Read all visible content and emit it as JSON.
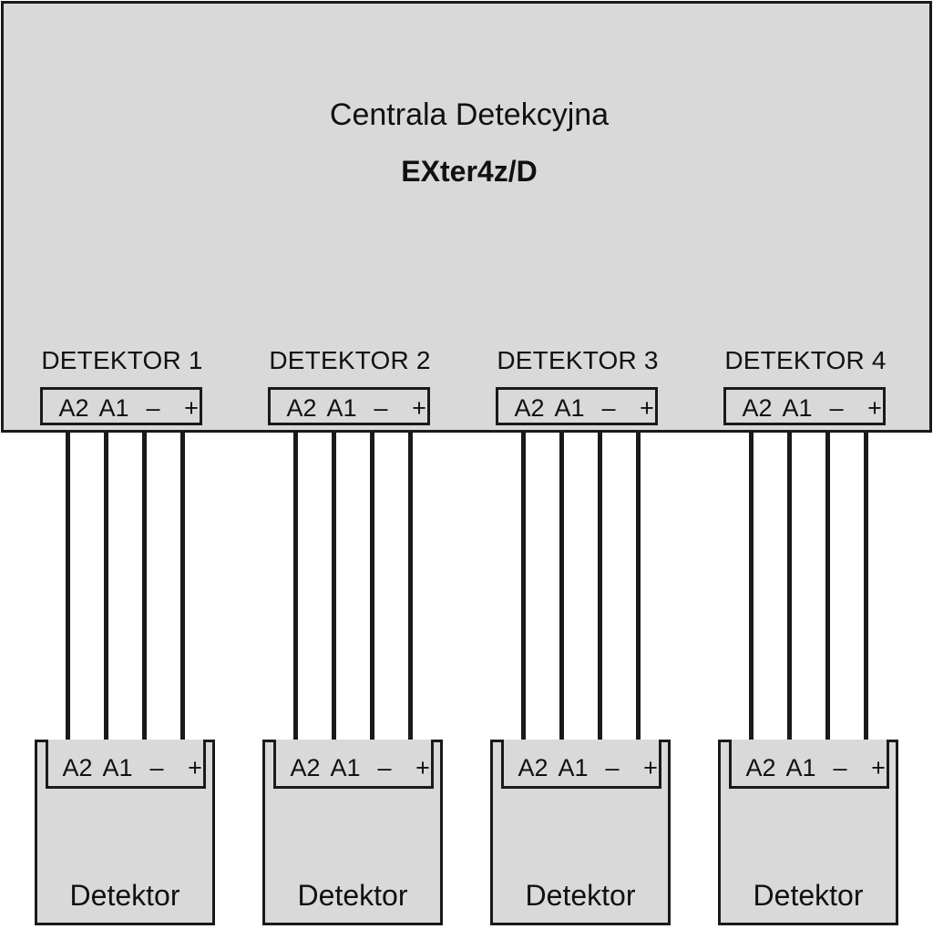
{
  "central": {
    "title": "Centrala Detekcyjna",
    "model": "EXter4z/D"
  },
  "terminals": [
    "A2",
    "A1",
    "–",
    "+"
  ],
  "ports": [
    {
      "label": "DETEKTOR 1"
    },
    {
      "label": "DETEKTOR 2"
    },
    {
      "label": "DETEKTOR 3"
    },
    {
      "label": "DETEKTOR 4"
    }
  ],
  "detectors": [
    {
      "label": "Detektor"
    },
    {
      "label": "Detektor"
    },
    {
      "label": "Detektor"
    },
    {
      "label": "Detektor"
    }
  ],
  "colors": {
    "fill": "#d9d9d9",
    "stroke": "#1a1a1a"
  }
}
